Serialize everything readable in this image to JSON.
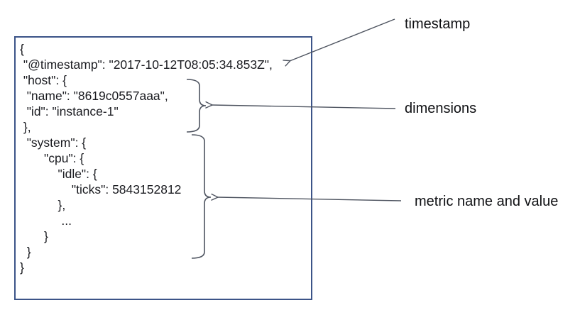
{
  "code": {
    "lines": [
      "{",
      " \"@timestamp\": \"2017-10-12T08:05:34.853Z\",",
      " \"host\": {",
      "  \"name\": \"8619c0557aaa\",",
      "  \"id\": \"instance-1\"",
      " },",
      "  \"system\": {",
      "       \"cpu\": {",
      "           \"idle\": {",
      "               \"ticks\": 5843152812",
      "           },",
      "            ...",
      "       }",
      "  }",
      "}"
    ]
  },
  "labels": {
    "timestamp": "timestamp",
    "dimensions": "dimensions",
    "metric": "metric name and value"
  },
  "colors": {
    "box_border": "#3c5488",
    "code_text": "#1a1b20",
    "annotation_stroke": "#4d535f",
    "label_text": "#0f1013"
  }
}
